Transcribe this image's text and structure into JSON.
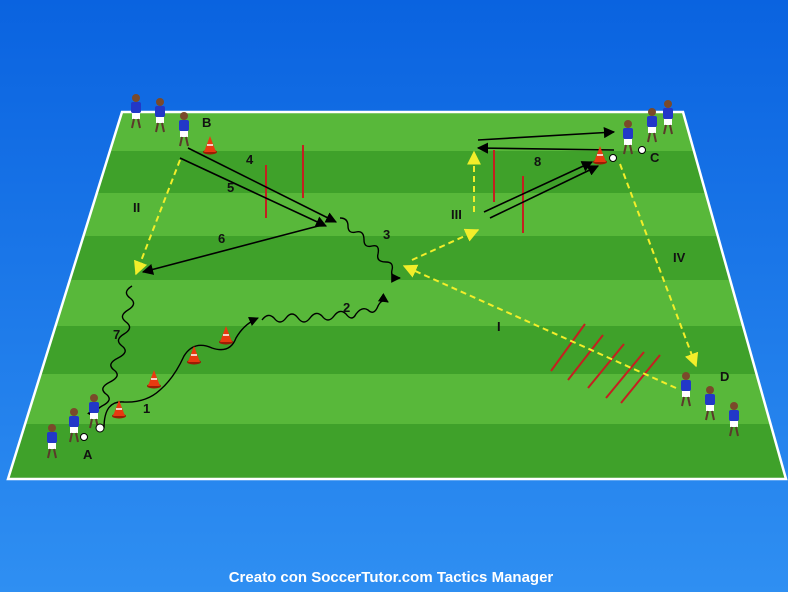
{
  "diagram": {
    "stations": {
      "a": "A",
      "b": "B",
      "c": "C",
      "d": "D"
    },
    "steps": {
      "s1": "1",
      "s2": "2",
      "s3": "3",
      "s4": "4",
      "s5": "5",
      "s6": "6",
      "s7": "7",
      "s8": "8"
    },
    "roman": {
      "r1": "I",
      "r2": "II",
      "r3": "III",
      "r4": "IV"
    },
    "colors": {
      "pass": "#000000",
      "alt_pass": "#f2ee2a",
      "cone": "#e83a10",
      "pole": "#c42020",
      "shirt": "#2238c8"
    }
  },
  "footer": {
    "credit": "Creato con SoccerTutor.com Tactics Manager"
  }
}
